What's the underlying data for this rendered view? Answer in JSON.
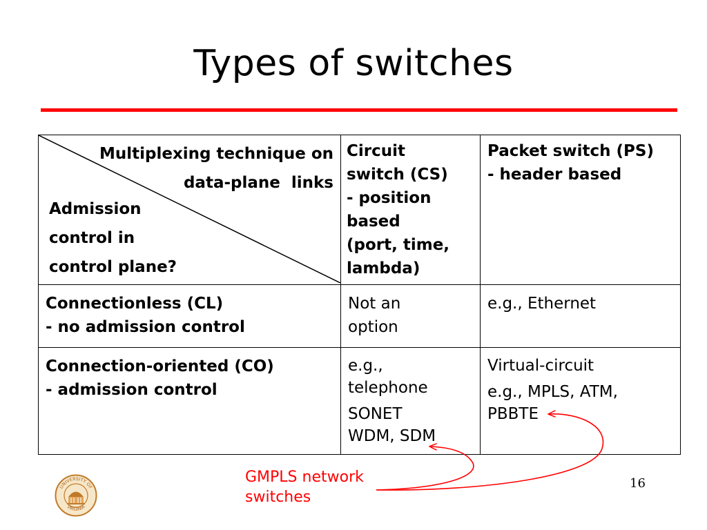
{
  "slide": {
    "title": "Types of switches",
    "page_number": "16"
  },
  "table": {
    "corner": {
      "column_dimension": [
        "Multiplexing technique on",
        "data-plane  links"
      ],
      "row_dimension": [
        "Admission",
        "control in",
        "control plane?"
      ]
    },
    "columns": [
      {
        "lines": [
          "Circuit",
          "switch (CS)",
          "- position",
          "based",
          "(port, time,",
          "lambda)"
        ]
      },
      {
        "lines": [
          "Packet switch (PS)",
          "- header based"
        ]
      }
    ],
    "rows": [
      {
        "header": [
          "Connectionless (CL)",
          "- no admission control"
        ],
        "cs": [
          "Not an",
          "option"
        ],
        "ps": [
          "e.g., Ethernet"
        ]
      },
      {
        "header": [
          "Connection-oriented (CO)",
          "- admission control"
        ],
        "cs": [
          "e.g.,",
          "telephone",
          "SONET",
          "WDM, SDM"
        ],
        "ps": [
          "Virtual-circuit",
          "e.g., MPLS, ATM,",
          "PBBTE"
        ]
      }
    ]
  },
  "annotation": {
    "lines": [
      "GMPLS network",
      "switches"
    ],
    "color": "#ff0000"
  },
  "logo": {
    "icon": "university-of-virginia-seal-icon",
    "text_top": "UNIVERSITY OF",
    "text_bottom": "VIRGINIA",
    "color": "#c07a2a"
  },
  "colors": {
    "accent_rule": "#ff0000",
    "text": "#000000"
  }
}
